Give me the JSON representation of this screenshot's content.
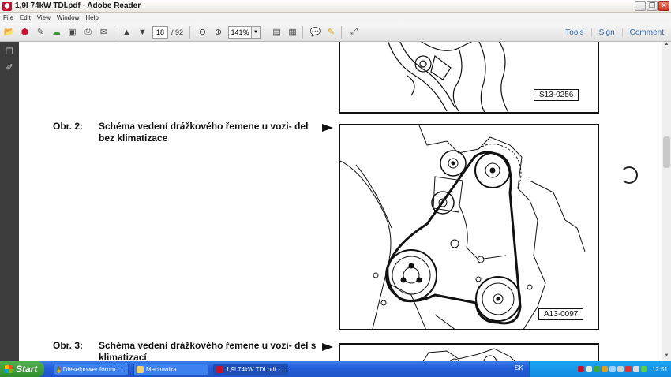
{
  "window": {
    "title": "1,9l 74kW TDI.pdf - Adobe Reader"
  },
  "menu": [
    "File",
    "Edit",
    "View",
    "Window",
    "Help"
  ],
  "toolbar": {
    "page_current": "18",
    "page_total": "/ 92",
    "zoom": "141%",
    "right_links": [
      "Tools",
      "Sign",
      "Comment"
    ]
  },
  "document": {
    "figures": [
      {
        "label": "S13-0256"
      },
      {
        "label": "A13-0097"
      }
    ],
    "captions": [
      {
        "number": "Obr. 2:",
        "text": "Schéma vedení drážkového řemene u vozi- del bez klimatizace"
      },
      {
        "number": "Obr. 3:",
        "text": "Schéma vedení drážkového řemene u vozi- del s klimatizací"
      }
    ]
  },
  "taskbar": {
    "start_label": "Start",
    "tasks": [
      {
        "label": "Dieselpower forum :: ...",
        "icon": "chrome-icon"
      },
      {
        "label": "Mechanika",
        "icon": "folder-icon"
      },
      {
        "label": "1,9l 74kW TDI.pdf - ...",
        "icon": "pdf-icon"
      }
    ],
    "keyboard": "SK",
    "clock": "12:51"
  },
  "colors": {
    "taskbar": "#245edb",
    "start": "#2f8e2c",
    "link": "#3b6aa0",
    "left_panel": "#3d3d3d"
  }
}
